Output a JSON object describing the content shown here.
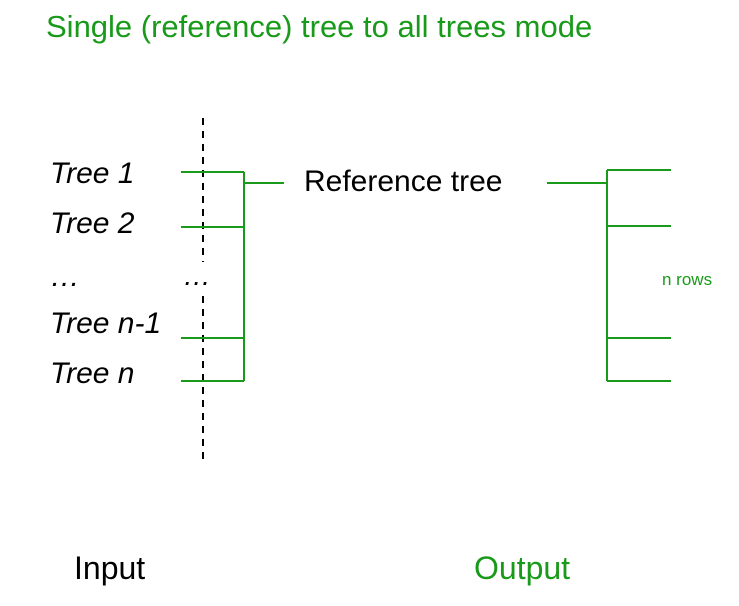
{
  "title": "Single (reference) tree to all trees mode",
  "input_trees": [
    "Tree 1",
    "Tree 2",
    "…",
    "Tree n-1",
    "Tree n"
  ],
  "column_ellipsis": "…",
  "reference_tree": "Reference tree",
  "rows_label": "n rows",
  "footer": {
    "input": "Input",
    "output": "Output"
  },
  "colors": {
    "accent_green": "#1a9a1a",
    "text": "#000000"
  }
}
